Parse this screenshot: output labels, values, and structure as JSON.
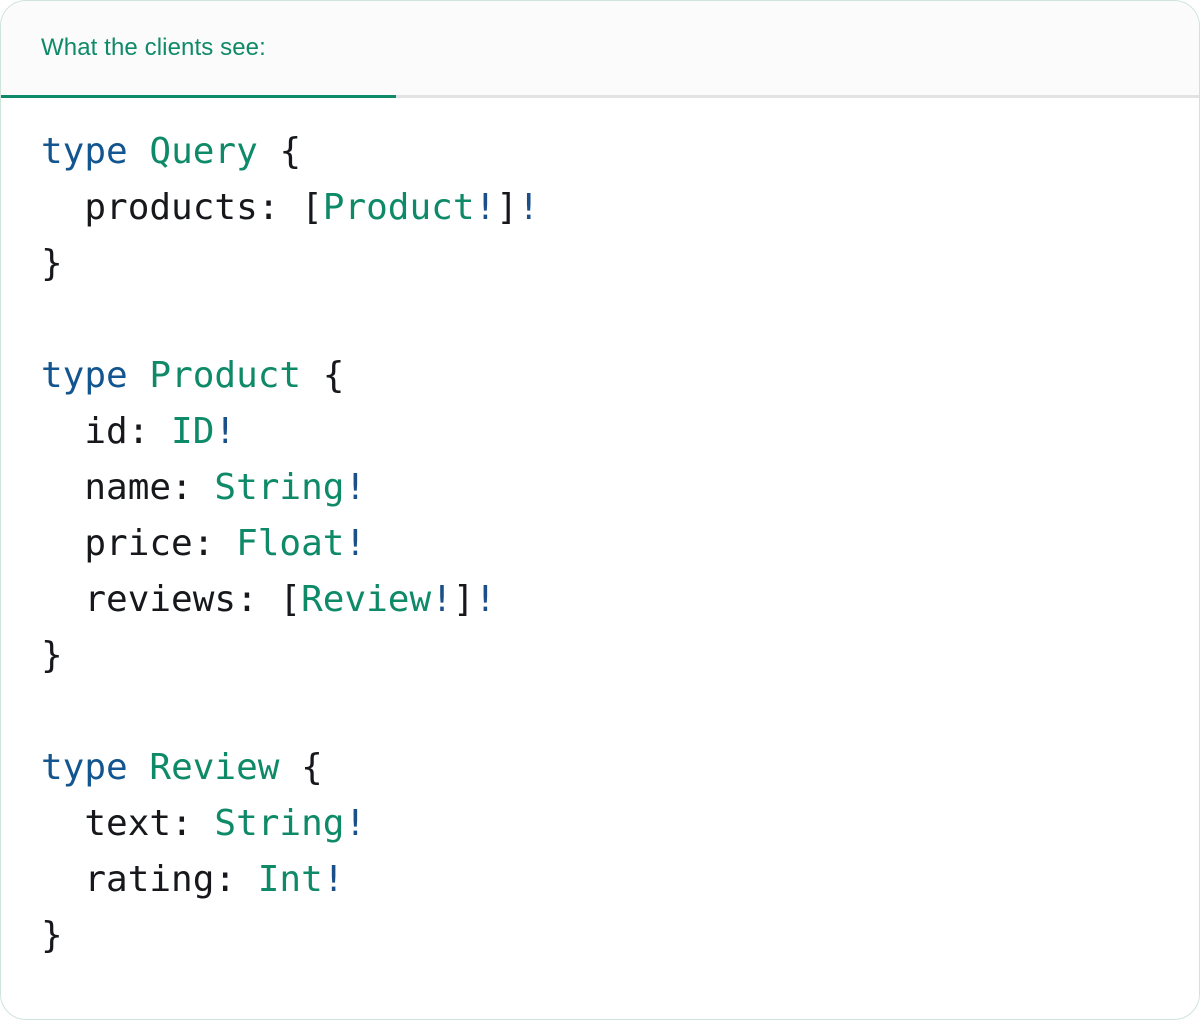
{
  "card": {
    "border_color": "#cfe4d8",
    "background": "#ffffff"
  },
  "header": {
    "active_tab_label": "What the clients see:",
    "accent_color": "#0f8a68",
    "background": "#fbfbfb",
    "divider_color": "#e3e3e5",
    "tabs": [
      {
        "label": "What the clients see:",
        "active": true
      }
    ]
  },
  "colors": {
    "keyword": "#13568f",
    "type_name": "#0f8a68",
    "punctuation": "#16181c",
    "field_name": "#16181c",
    "non_null_bang": "#1a4f8a"
  },
  "code": {
    "language": "graphql",
    "lines": [
      {
        "i": 0,
        "tokens": [
          {
            "t": "type",
            "c": "kw"
          },
          {
            "t": " ",
            "c": "punc"
          },
          {
            "t": "Query",
            "c": "type"
          },
          {
            "t": " {",
            "c": "punc"
          }
        ]
      },
      {
        "i": 1,
        "tokens": [
          {
            "t": "  products: ",
            "c": "field"
          },
          {
            "t": "[",
            "c": "punc"
          },
          {
            "t": "Product",
            "c": "type"
          },
          {
            "t": "!",
            "c": "bang"
          },
          {
            "t": "]",
            "c": "punc"
          },
          {
            "t": "!",
            "c": "bang"
          }
        ]
      },
      {
        "i": 2,
        "tokens": [
          {
            "t": "}",
            "c": "punc"
          }
        ]
      },
      {
        "i": 3,
        "tokens": []
      },
      {
        "i": 4,
        "tokens": [
          {
            "t": "type",
            "c": "kw"
          },
          {
            "t": " ",
            "c": "punc"
          },
          {
            "t": "Product",
            "c": "type"
          },
          {
            "t": " {",
            "c": "punc"
          }
        ]
      },
      {
        "i": 5,
        "tokens": [
          {
            "t": "  id: ",
            "c": "field"
          },
          {
            "t": "ID",
            "c": "type"
          },
          {
            "t": "!",
            "c": "bang"
          }
        ]
      },
      {
        "i": 6,
        "tokens": [
          {
            "t": "  name: ",
            "c": "field"
          },
          {
            "t": "String",
            "c": "type"
          },
          {
            "t": "!",
            "c": "bang"
          }
        ]
      },
      {
        "i": 7,
        "tokens": [
          {
            "t": "  price: ",
            "c": "field"
          },
          {
            "t": "Float",
            "c": "type"
          },
          {
            "t": "!",
            "c": "bang"
          }
        ]
      },
      {
        "i": 8,
        "tokens": [
          {
            "t": "  reviews: ",
            "c": "field"
          },
          {
            "t": "[",
            "c": "punc"
          },
          {
            "t": "Review",
            "c": "type"
          },
          {
            "t": "!",
            "c": "bang"
          },
          {
            "t": "]",
            "c": "punc"
          },
          {
            "t": "!",
            "c": "bang"
          }
        ]
      },
      {
        "i": 9,
        "tokens": [
          {
            "t": "}",
            "c": "punc"
          }
        ]
      },
      {
        "i": 10,
        "tokens": []
      },
      {
        "i": 11,
        "tokens": [
          {
            "t": "type",
            "c": "kw"
          },
          {
            "t": " ",
            "c": "punc"
          },
          {
            "t": "Review",
            "c": "type"
          },
          {
            "t": " {",
            "c": "punc"
          }
        ]
      },
      {
        "i": 12,
        "tokens": [
          {
            "t": "  text: ",
            "c": "field"
          },
          {
            "t": "String",
            "c": "type"
          },
          {
            "t": "!",
            "c": "bang"
          }
        ]
      },
      {
        "i": 13,
        "tokens": [
          {
            "t": "  rating: ",
            "c": "field"
          },
          {
            "t": "Int",
            "c": "type"
          },
          {
            "t": "!",
            "c": "bang"
          }
        ]
      },
      {
        "i": 14,
        "tokens": [
          {
            "t": "}",
            "c": "punc"
          }
        ]
      }
    ],
    "plain_text": "type Query {\n  products: [Product!]!\n}\n\ntype Product {\n  id: ID!\n  name: String!\n  price: Float!\n  reviews: [Review!]!\n}\n\ntype Review {\n  text: String!\n  rating: Int!\n}"
  }
}
